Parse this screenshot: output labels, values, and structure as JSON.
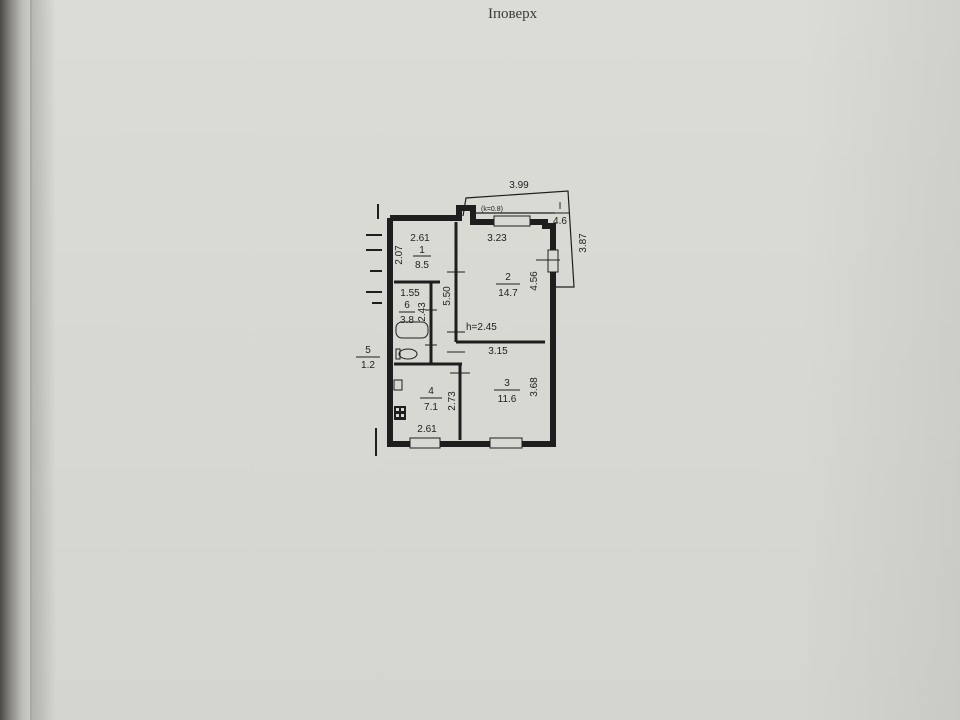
{
  "floor_title": "Іповерх",
  "plan": {
    "rooms": [
      {
        "number": "1",
        "area": "8.5"
      },
      {
        "number": "2",
        "area": "14.7"
      },
      {
        "number": "3",
        "area": "11.6"
      },
      {
        "number": "4",
        "area": "7.1"
      },
      {
        "number": "5",
        "area": "1.2"
      },
      {
        "number": "6",
        "area": "3.8"
      },
      {
        "number": "I",
        "area": "4.6"
      }
    ],
    "dimensions": {
      "balcony_length": "3.99",
      "balcony_coefficient": "(k=0.8)",
      "balcony_depth": "3.87",
      "room1_width": "2.61",
      "room1_depth": "2.07",
      "room2_width": "3.23",
      "room2_depth": "4.56",
      "room3_width": "3.15",
      "room3_depth": "3.68",
      "room4_width": "2.61",
      "room4_depth": "2.73",
      "bath_width": "1.55",
      "bath_depth": "2.43",
      "hall_depth": "5.50",
      "ceiling_height": "h=2.45"
    }
  }
}
